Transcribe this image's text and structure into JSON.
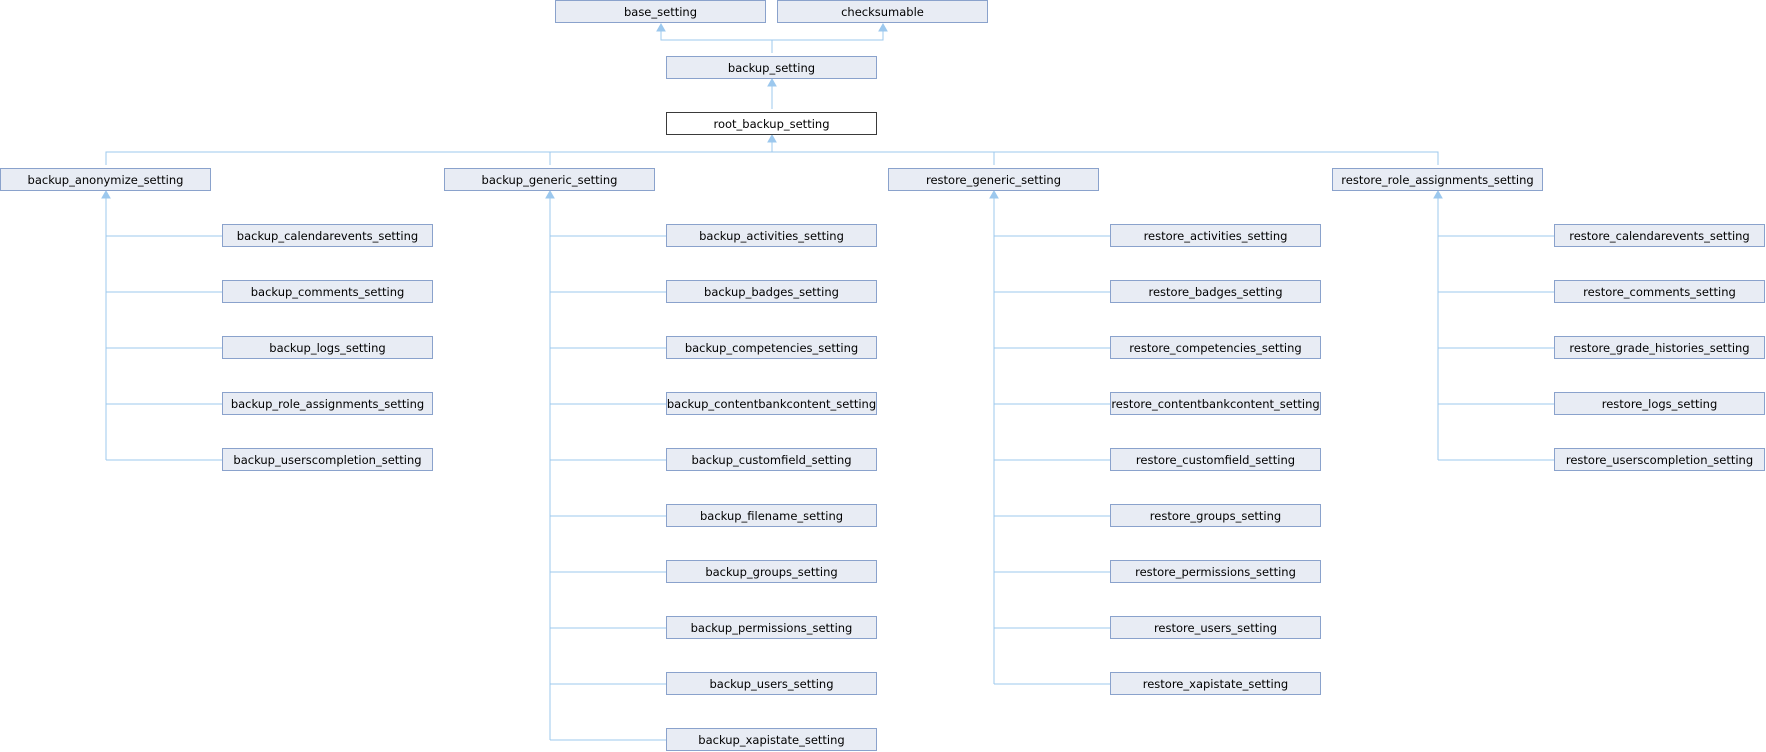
{
  "diagram": {
    "line_color": "#9cc8ee",
    "node_fill": "#e8ecf4",
    "node_border": "#8aa2cc",
    "root_fill": "#ffffff",
    "root_border": "#3a3a3a",
    "nodes": {
      "base_setting": "base_setting",
      "checksumable": "checksumable",
      "backup_setting": "backup_setting",
      "root_backup_setting": "root_backup_setting",
      "backup_anonymize_setting": "backup_anonymize_setting",
      "backup_generic_setting": "backup_generic_setting",
      "restore_generic_setting": "restore_generic_setting",
      "restore_role_assignments_setting": "restore_role_assignments_setting",
      "backup_calendarevents_setting": "backup_calendarevents_setting",
      "backup_comments_setting": "backup_comments_setting",
      "backup_logs_setting": "backup_logs_setting",
      "backup_role_assignments_setting": "backup_role_assignments_setting",
      "backup_userscompletion_setting": "backup_userscompletion_setting",
      "backup_activities_setting": "backup_activities_setting",
      "backup_badges_setting": "backup_badges_setting",
      "backup_competencies_setting": "backup_competencies_setting",
      "backup_contentbankcontent_setting": "backup_contentbankcontent_setting",
      "backup_customfield_setting": "backup_customfield_setting",
      "backup_filename_setting": "backup_filename_setting",
      "backup_groups_setting": "backup_groups_setting",
      "backup_permissions_setting": "backup_permissions_setting",
      "backup_users_setting": "backup_users_setting",
      "backup_xapistate_setting": "backup_xapistate_setting",
      "restore_activities_setting": "restore_activities_setting",
      "restore_badges_setting": "restore_badges_setting",
      "restore_competencies_setting": "restore_competencies_setting",
      "restore_contentbankcontent_setting": "restore_contentbankcontent_setting",
      "restore_customfield_setting": "restore_customfield_setting",
      "restore_groups_setting": "restore_groups_setting",
      "restore_permissions_setting": "restore_permissions_setting",
      "restore_users_setting": "restore_users_setting",
      "restore_xapistate_setting": "restore_xapistate_setting",
      "restore_calendarevents_setting": "restore_calendarevents_setting",
      "restore_comments_setting": "restore_comments_setting",
      "restore_grade_histories_setting": "restore_grade_histories_setting",
      "restore_logs_setting": "restore_logs_setting",
      "restore_userscompletion_setting": "restore_userscompletion_setting"
    }
  }
}
